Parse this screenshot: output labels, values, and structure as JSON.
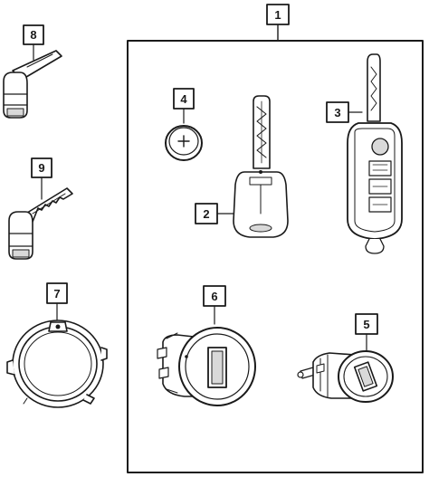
{
  "diagram": {
    "callouts": {
      "c1": "1",
      "c2": "2",
      "c3": "3",
      "c4": "4",
      "c5": "5",
      "c6": "6",
      "c7": "7",
      "c8": "8",
      "c9": "9"
    },
    "colors": {
      "line": "#1a1a1a",
      "fill": "#ffffff",
      "shade": "#d9d9d9"
    }
  }
}
